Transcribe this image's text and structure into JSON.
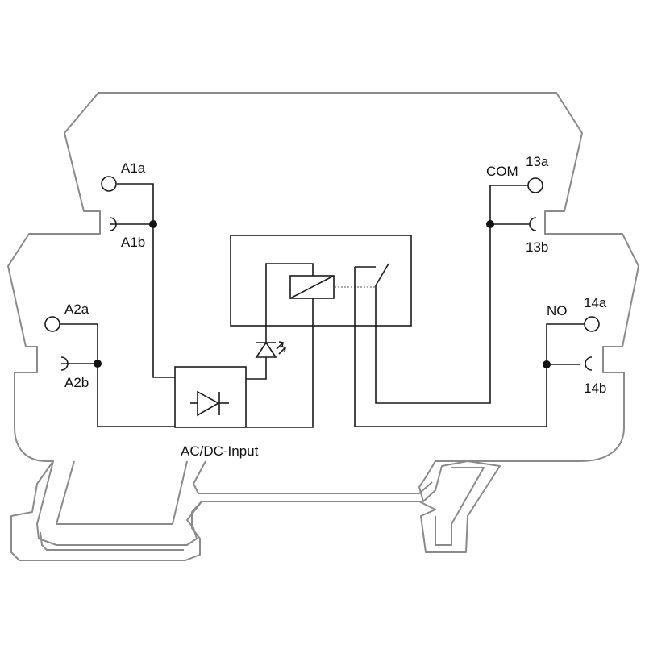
{
  "labels": {
    "a1a": "A1a",
    "a1b": "A1b",
    "a2a": "A2a",
    "a2b": "A2b",
    "com": "COM",
    "t13a": "13a",
    "t13b": "13b",
    "no": "NO",
    "t14a": "14a",
    "t14b": "14b",
    "input": "AC/DC-Input"
  }
}
